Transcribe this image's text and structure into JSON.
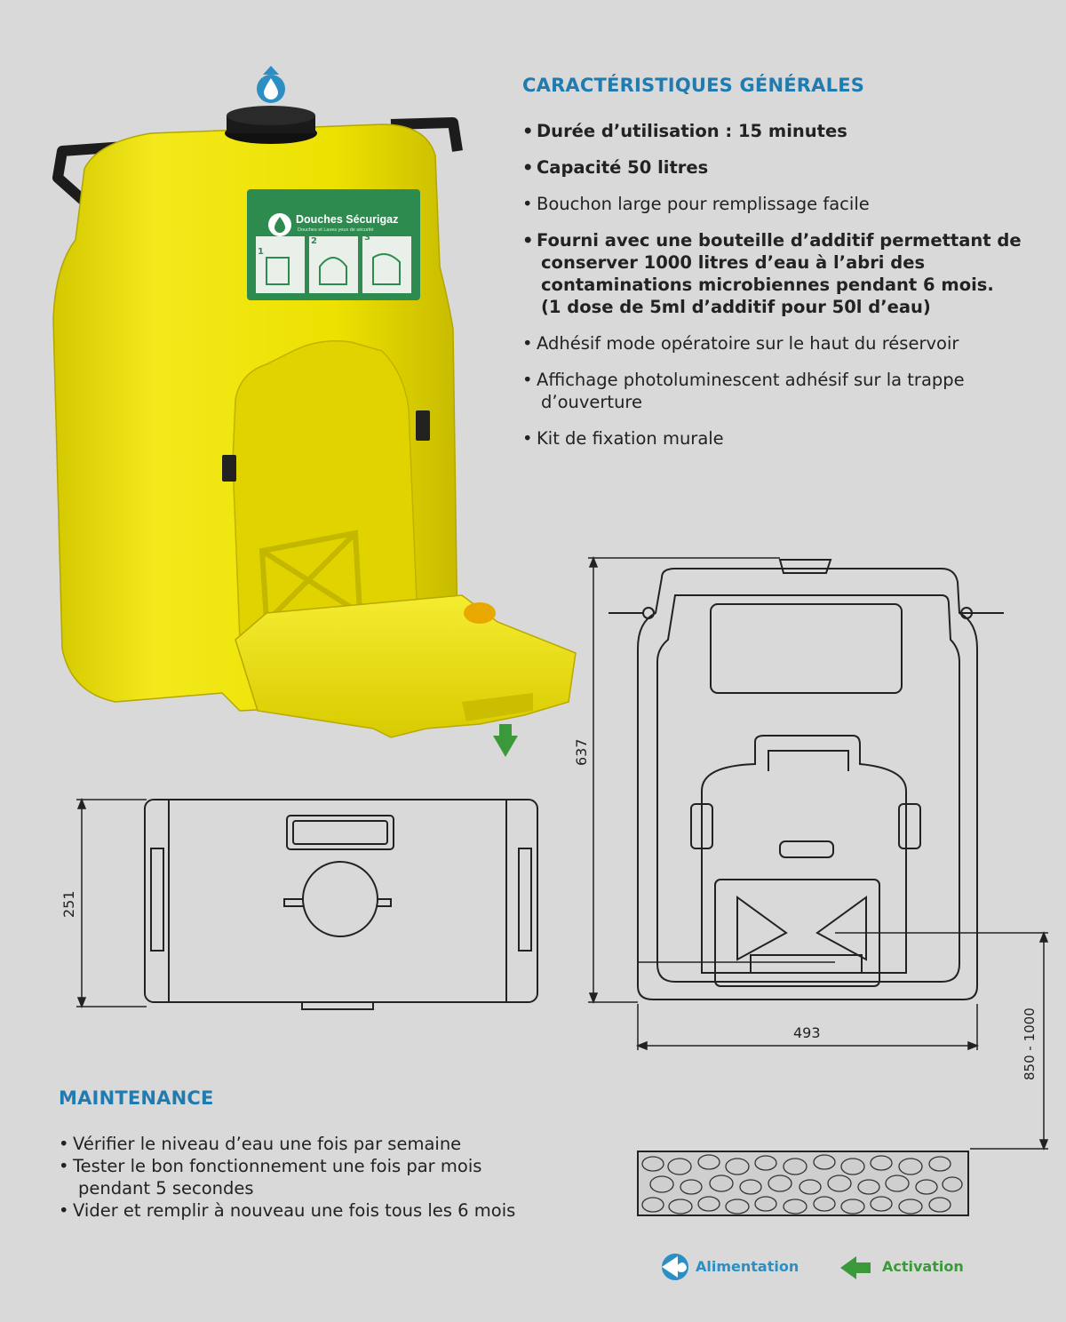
{
  "features": {
    "title": "CARACTÉRISTIQUES GÉNÉRALES",
    "items": [
      {
        "text": "Durée d’utilisation : 15 minutes",
        "bold": true
      },
      {
        "text": "Capacité 50 litres",
        "bold": true
      },
      {
        "text": "Bouchon large pour remplissage facile",
        "bold": false
      },
      {
        "text": "Fourni avec une bouteille d’additif permettant de",
        "cont": [
          "conserver 1000 litres d’eau à l’abri des",
          "contaminations microbiennes pendant 6 mois.",
          "(1 dose de 5ml d’additif pour 50l d’eau)"
        ],
        "bold": true
      },
      {
        "text": "Adhésif mode opératoire sur le haut du réservoir",
        "bold": false
      },
      {
        "text": "Affichage photoluminescent adhésif sur la trappe",
        "cont": [
          "d’ouverture"
        ],
        "bold": false
      },
      {
        "text": "Kit de fixation murale",
        "bold": false
      }
    ]
  },
  "maintenance": {
    "title": "MAINTENANCE",
    "items": [
      {
        "text": "Vérifier le niveau d’eau une fois par semaine"
      },
      {
        "text": "Tester le bon fonctionnement une fois par mois",
        "cont": [
          "pendant 5 secondes"
        ]
      },
      {
        "text": "Vider et remplir à nouveau une fois tous les 6 mois"
      }
    ]
  },
  "product": {
    "label_brand": "Douches Sécurigaz",
    "label_subtitle": "Douches et Laves yeux de sécurité",
    "steps": [
      "1",
      "2",
      "3"
    ]
  },
  "dimensions": {
    "height": "637",
    "width": "493",
    "depth": "251",
    "mount_height": "850 - 1000"
  },
  "legend": {
    "supply": "Alimentation",
    "activation": "Activation"
  },
  "colors": {
    "heading": "#1f7bb0",
    "tank": "#f2e600",
    "label_green": "#2e8b4f",
    "supply_icon": "#2b8fc4",
    "activation_icon": "#3a9a3a"
  }
}
